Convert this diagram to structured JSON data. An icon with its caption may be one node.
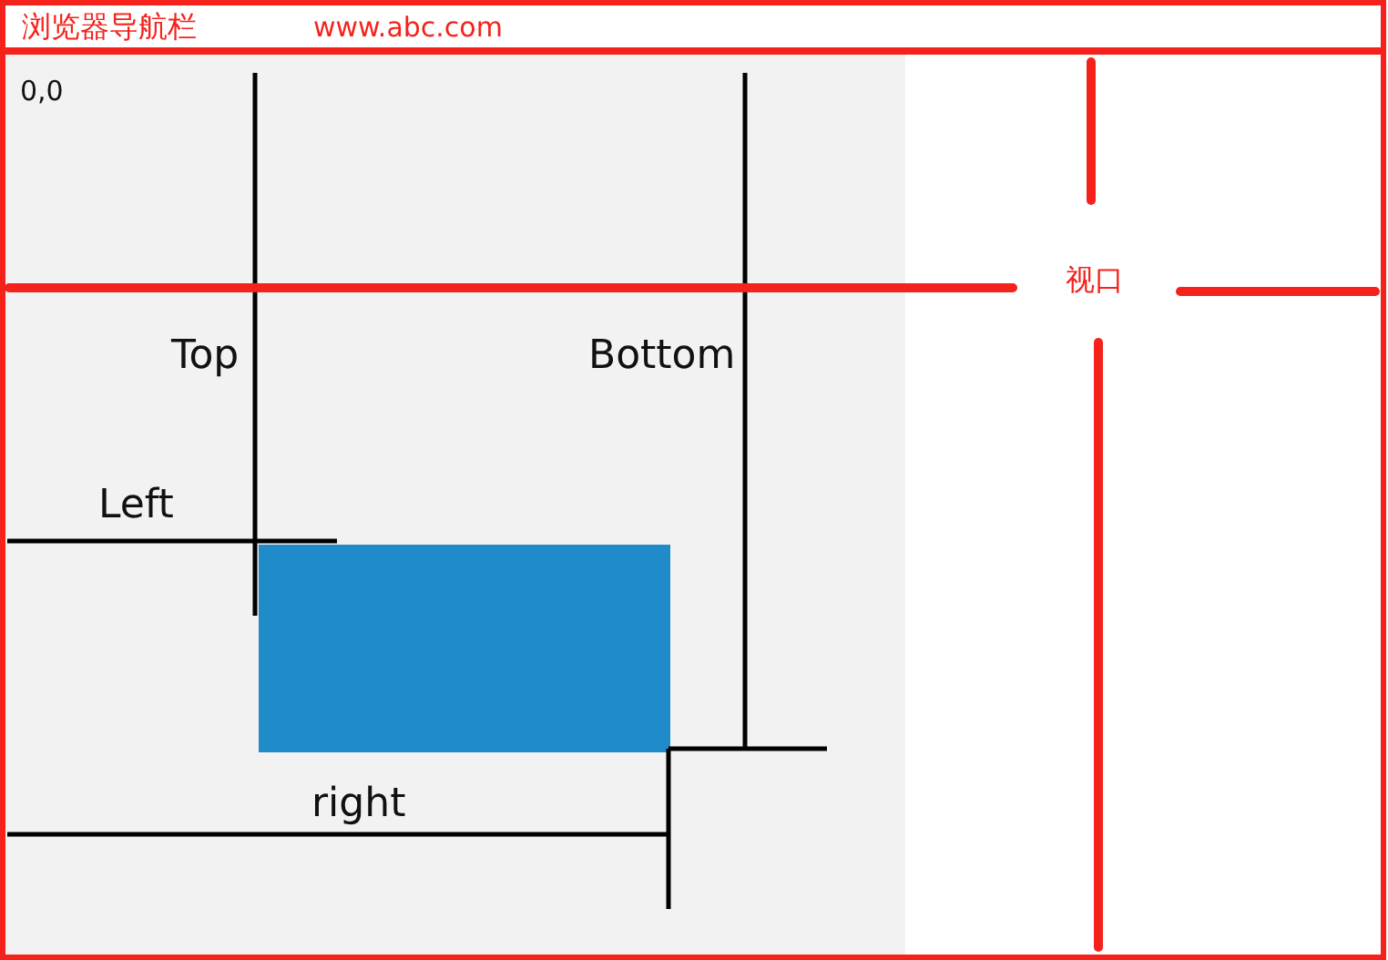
{
  "diagram": {
    "nodes": [
      {
        "text": [
          "浏览器导航栏",
          "www.abc.com"
        ]
      },
      {
        "text": [
          "视口"
        ]
      },
      {
        "text": [
          "0,0"
        ],
        "in": 1
      },
      {
        "text": [],
        "shape": "box",
        "in": 2
      }
    ],
    "labels": [
      "Top",
      "Bottom",
      "Left",
      "right"
    ]
  }
}
